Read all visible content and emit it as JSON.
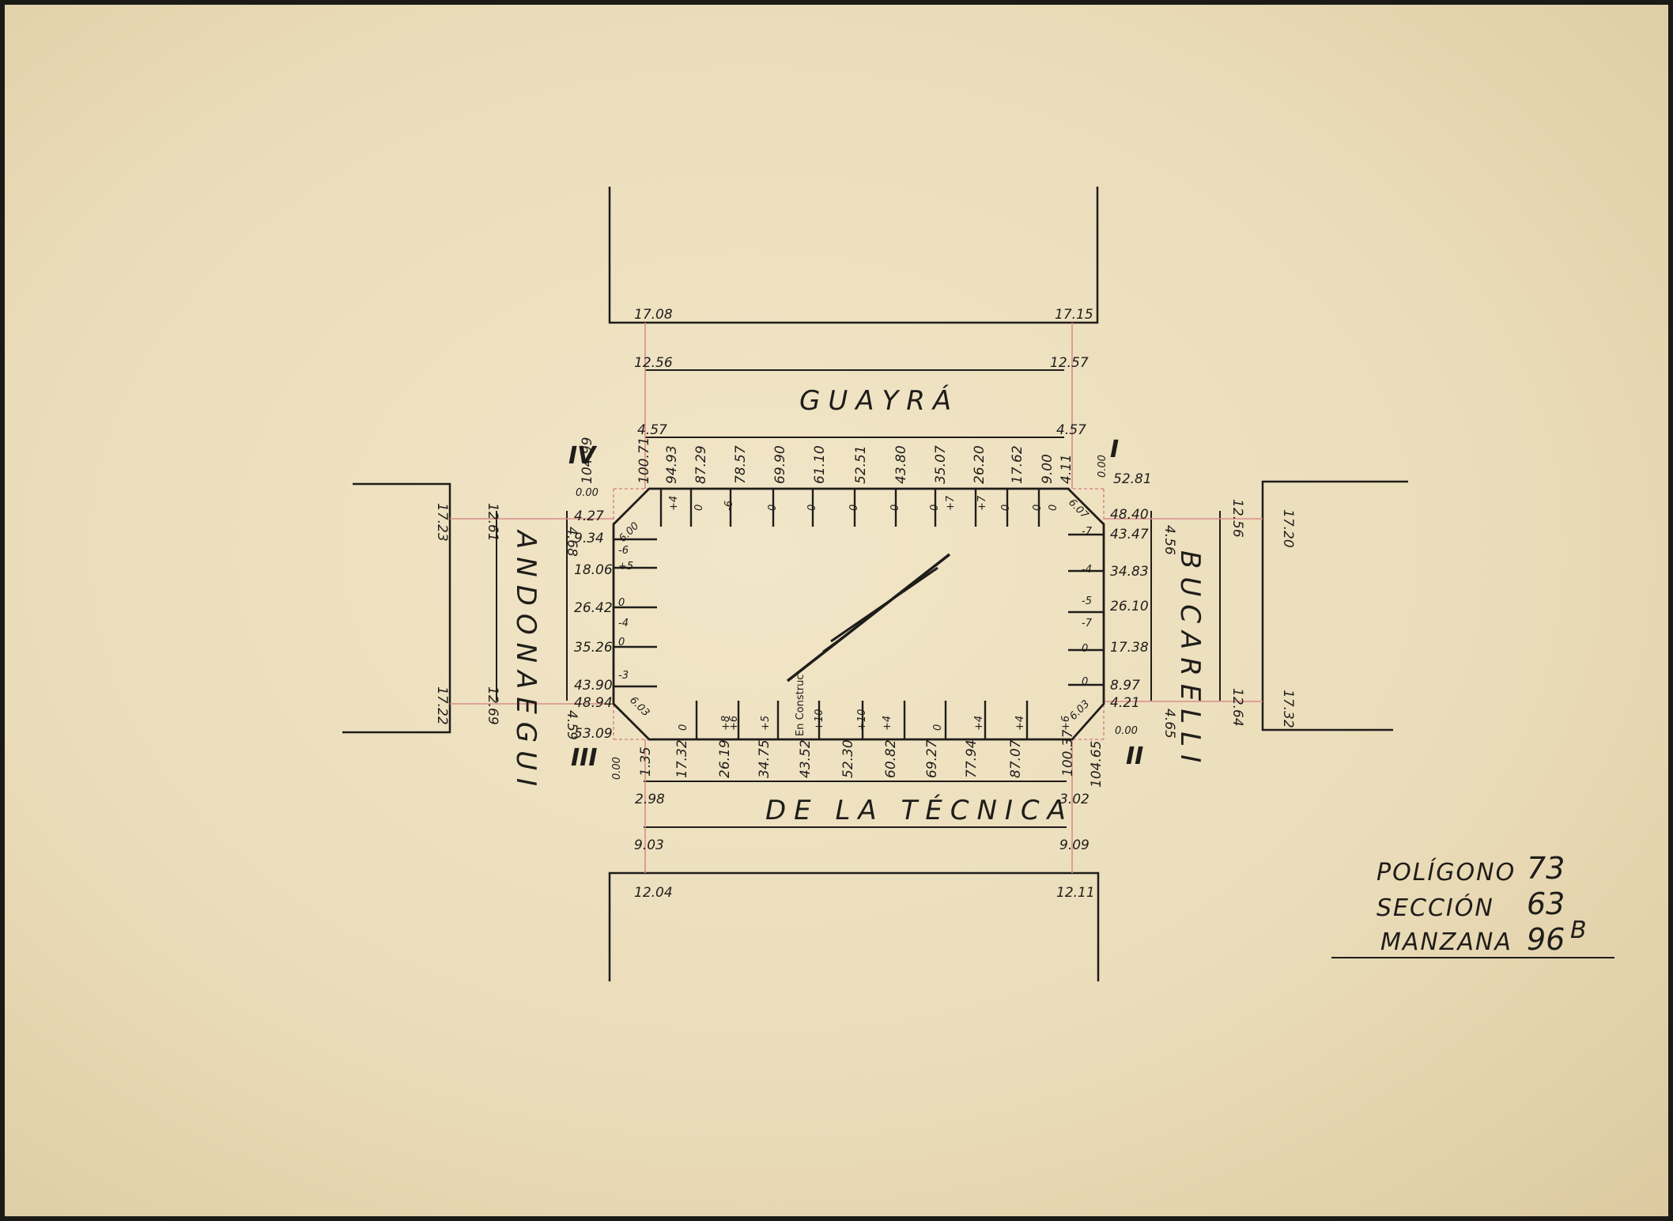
{
  "streets": {
    "north": "GUAYRÁ",
    "east": "BUCARELLI",
    "south": "DE LA TÉCNICA",
    "west": "ANDONAEGUI"
  },
  "corners": {
    "ne": "I",
    "se": "II",
    "sw": "III",
    "nw": "IV"
  },
  "meta": {
    "poligono_label": "POLÍGONO",
    "poligono": "73",
    "seccion_label": "SECCIÓN",
    "seccion": "63",
    "manzana_label": "MANZANA",
    "manzana": "96",
    "manzana_suffix": "B"
  },
  "note": "En Construc",
  "north": {
    "left_widths": [
      "17.08",
      "12.56",
      "4.57"
    ],
    "right_widths": [
      "17.15",
      "12.57",
      "4.57"
    ],
    "corner_values": [
      "104.99",
      "0.00",
      "52.81",
      "0.00"
    ],
    "frontage": [
      "100.71",
      "94.93",
      "87.29",
      "78.57",
      "69.90",
      "61.10",
      "52.51",
      "43.80",
      "35.07",
      "26.20",
      "17.62",
      "9.00",
      "4.11"
    ],
    "marks": [
      "+4",
      "0",
      "-6",
      "0",
      "0",
      "0",
      "0",
      "0",
      "+7",
      "+7",
      "0",
      "0",
      "0"
    ]
  },
  "east": {
    "widths_top": [
      "4.56",
      "12.56",
      "17.20"
    ],
    "widths_bottom": [
      "4.65",
      "12.64",
      "17.32"
    ],
    "frontage": [
      "48.40",
      "43.47",
      "34.83",
      "26.10",
      "17.38",
      "8.97",
      "4.21"
    ],
    "marks": [
      "-7",
      "-4",
      "-5",
      "-7",
      "0",
      "0"
    ],
    "chamfers": [
      "6.07",
      "6.03"
    ]
  },
  "south": {
    "left_widths": [
      "1.35",
      "2.98",
      "9.03",
      "12.04"
    ],
    "right_widths": [
      "100.37",
      "3.02",
      "9.09",
      "12.11"
    ],
    "corner_values": [
      "0.00",
      "0.00",
      "104.65"
    ],
    "frontage": [
      "17.32",
      "26.19",
      "34.75",
      "43.52",
      "52.30",
      "60.82",
      "69.27",
      "77.94",
      "87.07"
    ],
    "marks": [
      "0",
      "+8",
      "+5",
      "+10",
      "+10",
      "+4",
      "0",
      "+4",
      "+4",
      "+6"
    ],
    "extra_marks": [
      "+6"
    ]
  },
  "west": {
    "widths_top": [
      "4.68",
      "12.61",
      "17.23"
    ],
    "widths_bottom": [
      "4.59",
      "12.69",
      "17.22"
    ],
    "frontage": [
      "4.27",
      "9.34",
      "18.06",
      "26.42",
      "35.26",
      "43.90",
      "48.94",
      "53.09"
    ],
    "marks": [
      "-6",
      "+5",
      "0",
      "-4",
      "0",
      "-3"
    ],
    "chamfers": [
      "6.00",
      "6.03"
    ]
  }
}
